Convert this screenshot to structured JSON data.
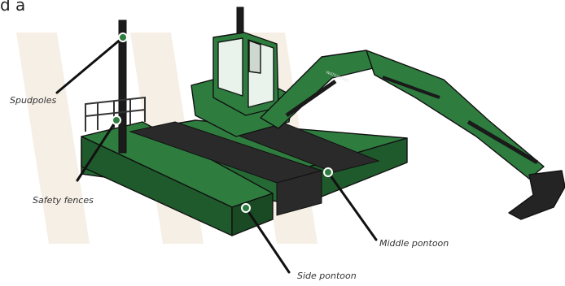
{
  "header": {
    "text_fragment": "d a"
  },
  "labels": {
    "spudpoles": "Spudpoles",
    "safety_fences": "Safety fences",
    "middle_pontoon": "Middle pontoon",
    "side_pontoon": "Side pontoon",
    "arm_text": "WATERKING"
  },
  "colors": {
    "green": "#2e7d3f",
    "dark_green": "#1f5a2c",
    "track": "#2a2a2a",
    "outline": "#111111",
    "watermark": "#f6efe6"
  }
}
